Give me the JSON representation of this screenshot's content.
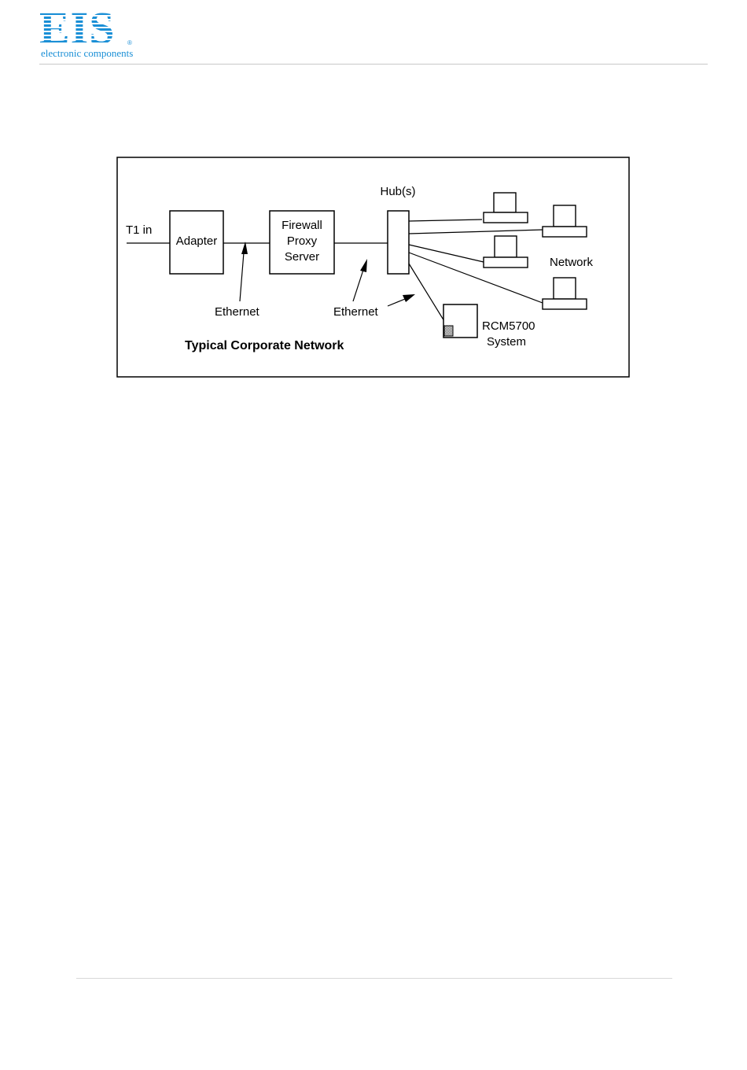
{
  "logo": {
    "name": "EIS",
    "registered": "®",
    "tagline": "electronic components"
  },
  "diagram": {
    "t1_in": "T1 in",
    "adapter": "Adapter",
    "firewall": [
      "Firewall",
      "Proxy",
      "Server"
    ],
    "hub": "Hub(s)",
    "ethernet_1": "Ethernet",
    "ethernet_2": "Ethernet",
    "network": "Network",
    "rcm": [
      "RCM5700",
      "System"
    ],
    "caption": "Typical Corporate Network"
  }
}
